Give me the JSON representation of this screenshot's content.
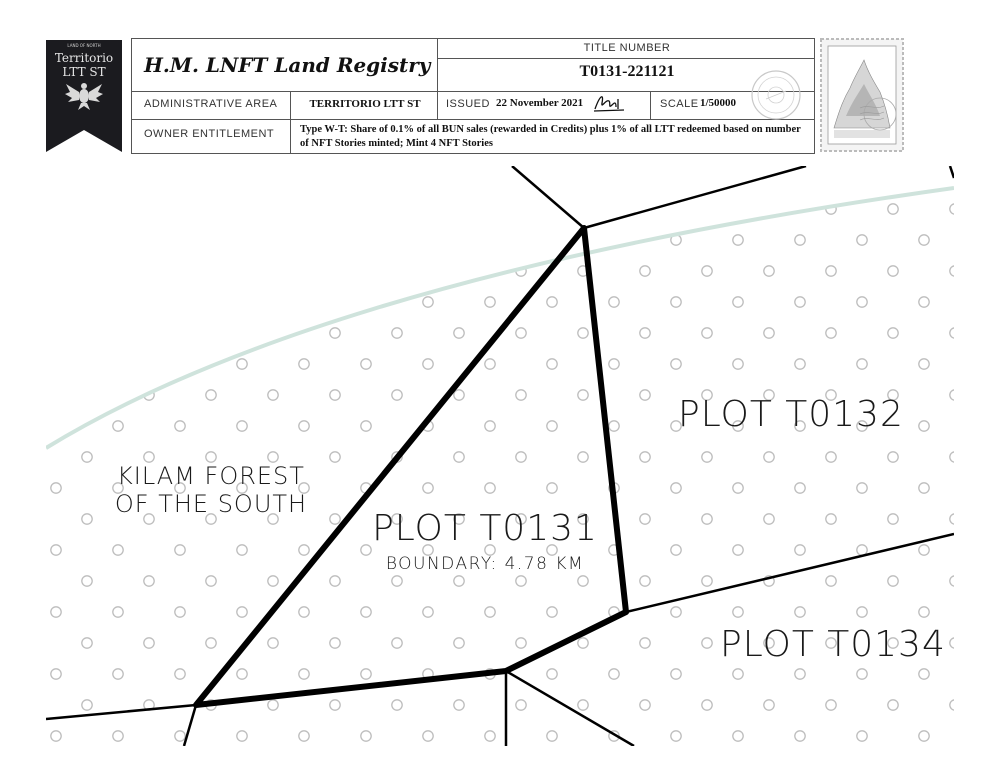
{
  "banner": {
    "top_text": "LAND OF NORTH",
    "name_line1": "Territorio",
    "name_line2": "LTT ST",
    "icon": "eagle-crest-icon"
  },
  "header": {
    "registry_title": "H.M. LNFT Land Registry",
    "title_number_label": "TITLE NUMBER",
    "title_number": "T0131-221121",
    "admin_area_label": "ADMINISTRATIVE AREA",
    "admin_area": "TERRITORIO LTT ST",
    "issued_label": "ISSUED",
    "issued_date": "22 November 2021",
    "scale_label": "SCALE",
    "scale": "1/50000",
    "owner_label": "OWNER ENTITLEMENT",
    "owner_entitlement": "Type W-T: Share of 0.1% of all BUN sales (rewarded in Credits) plus 1% of all LTT redeemed based on number of NFT Stories minted; Mint 4 NFT Stories",
    "seal_icon": "official-seal-icon",
    "signature_icon": "signature-icon"
  },
  "stamp": {
    "icon": "postage-stamp-icon"
  },
  "map": {
    "region_label_line1": "KILAM FOREST",
    "region_label_line2": "OF THE SOUTH",
    "main_plot": "PLOT T0131",
    "boundary": "BOUNDARY: 4.78 KM",
    "neighbor_plot_1": "PLOT T0132",
    "neighbor_plot_2": "PLOT T0134",
    "colors": {
      "river": "#cfe3dc",
      "dots": "#bdbdbd",
      "lines": "#000000"
    }
  }
}
